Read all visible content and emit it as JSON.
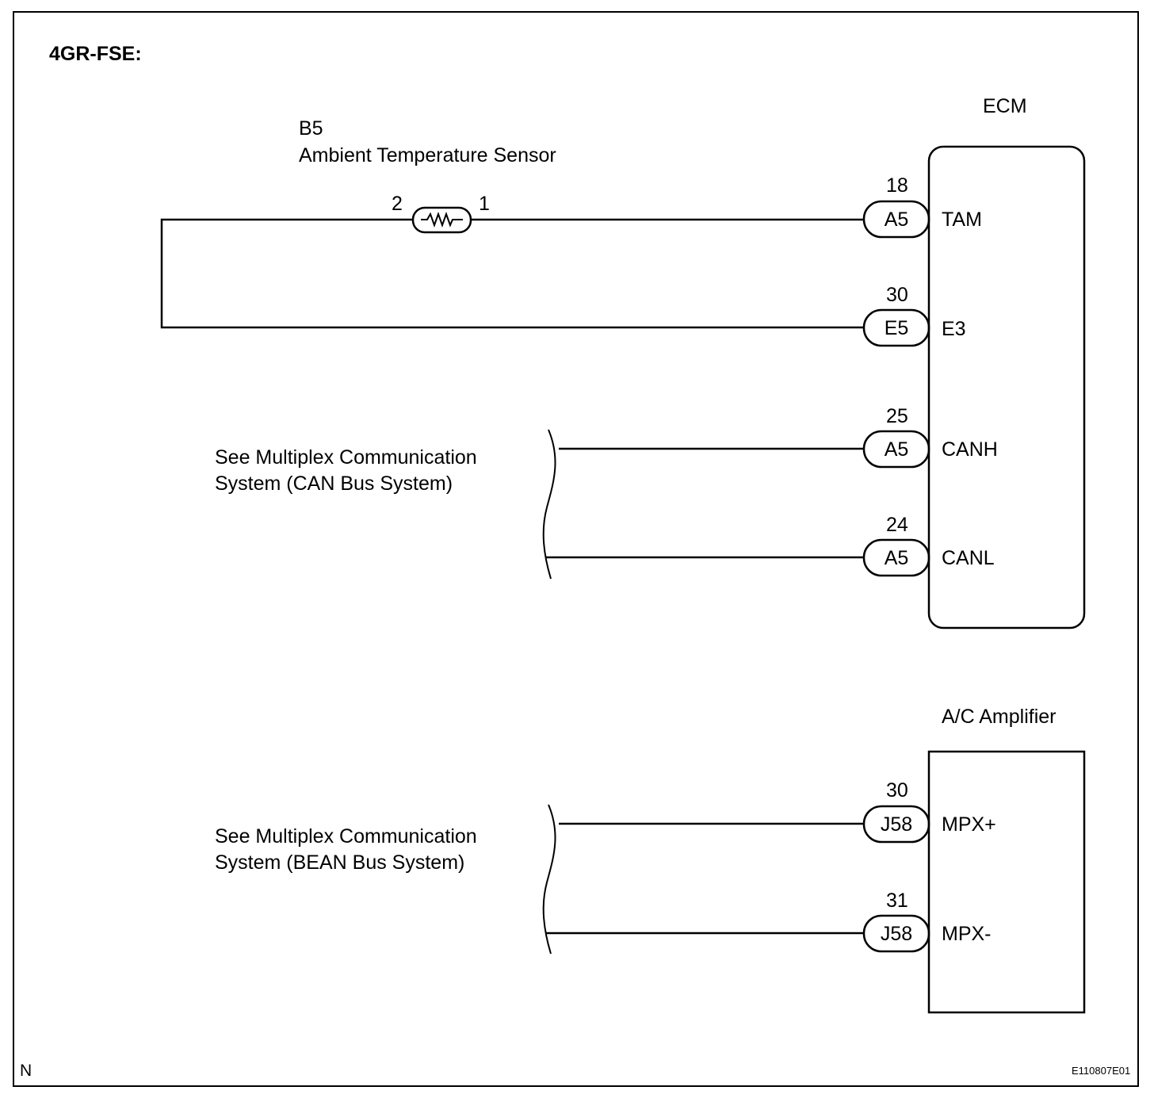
{
  "diagram": {
    "title": "4GR-FSE:",
    "sensor": {
      "code": "B5",
      "name": "Ambient Temperature Sensor",
      "pin_left": "2",
      "pin_right": "1"
    },
    "ecm": {
      "title": "ECM",
      "pins": [
        {
          "num": "18",
          "connector": "A5",
          "signal": "TAM"
        },
        {
          "num": "30",
          "connector": "E5",
          "signal": "E3"
        },
        {
          "num": "25",
          "connector": "A5",
          "signal": "CANH"
        },
        {
          "num": "24",
          "connector": "A5",
          "signal": "CANL"
        }
      ]
    },
    "can_note": {
      "line1": "See Multiplex Communication",
      "line2": "System (CAN Bus System)"
    },
    "ac_amplifier": {
      "title": "A/C Amplifier",
      "pins": [
        {
          "num": "30",
          "connector": "J58",
          "signal": "MPX+"
        },
        {
          "num": "31",
          "connector": "J58",
          "signal": "MPX-"
        }
      ]
    },
    "bean_note": {
      "line1": "See Multiplex Communication",
      "line2": "System (BEAN Bus System)"
    },
    "corner_letter": "N",
    "figure_id": "E110807E01"
  }
}
